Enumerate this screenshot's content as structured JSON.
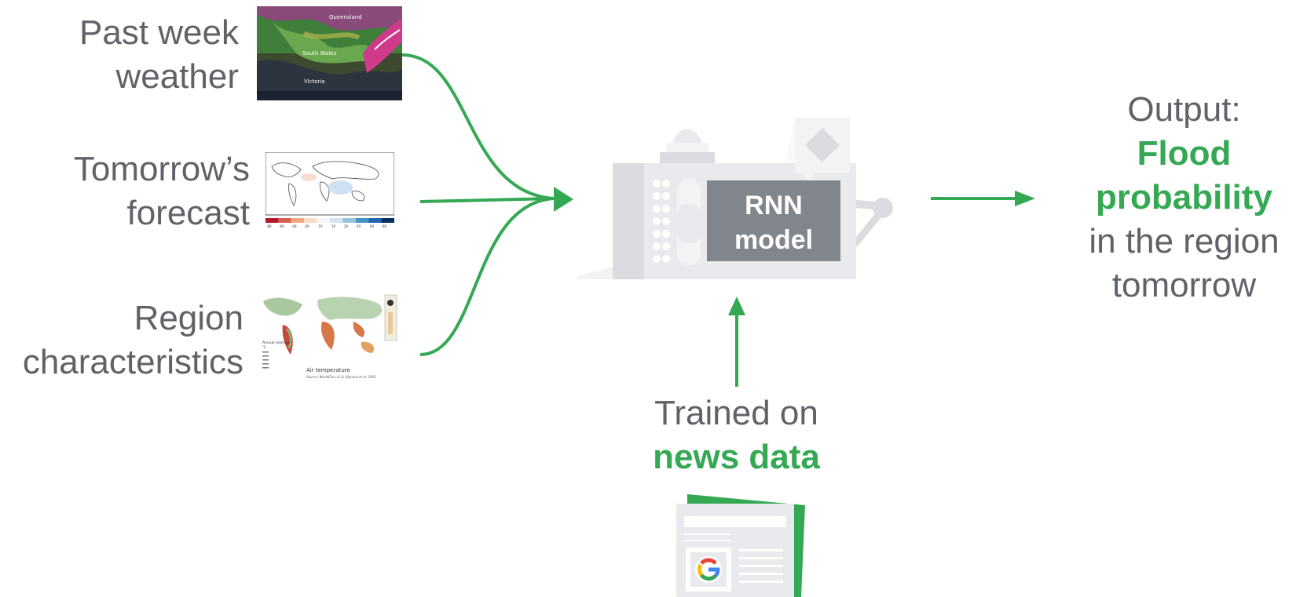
{
  "inputs": [
    {
      "line1": "Past week",
      "line2": "weather"
    },
    {
      "line1": "Tomorrow’s",
      "line2": "forecast"
    },
    {
      "line1": "Region",
      "line2": "characteristics"
    }
  ],
  "model": {
    "line1": "RNN",
    "line2": "model"
  },
  "training": {
    "line1": "Trained on",
    "line2": "news data"
  },
  "output": {
    "line1": "Output:",
    "line2": "Flood",
    "line3": "probability",
    "line4": "in the region",
    "line5": "tomorrow"
  },
  "thumbnails": {
    "weather_map": {
      "labels": [
        "Queensland",
        "South Wales",
        "Victoria"
      ]
    },
    "forecast_map": {
      "scale_ticks": [
        "-80",
        "-60",
        "-40",
        "-20",
        "-10",
        "10",
        "20",
        "40",
        "60",
        "80"
      ]
    },
    "temperature_map": {
      "title": "Air temperature",
      "source": "Source: WorldClim v1.4; Hijmans et al. 2005",
      "legend_title": "Annual average",
      "legend_unit": "°C"
    }
  },
  "colors": {
    "accent_green": "#34a853",
    "text_gray": "#5f6368",
    "machine_light": "#e8eaed",
    "machine_mid": "#dadce0",
    "screen_dark": "#80868b"
  }
}
